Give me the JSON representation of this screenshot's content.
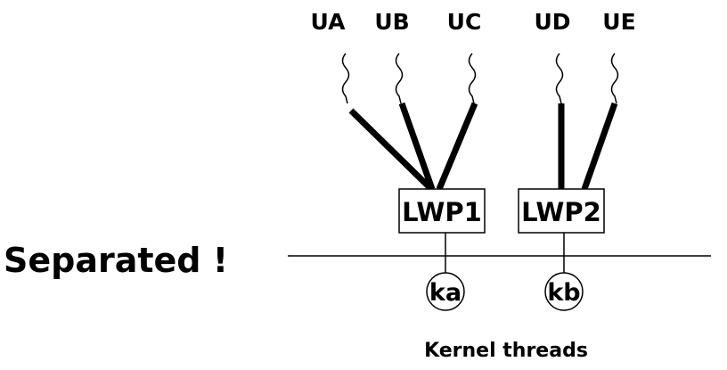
{
  "headline": "Separated !",
  "user_threads": [
    "UA",
    "UB",
    "UC",
    "UD",
    "UE"
  ],
  "lwps": [
    "LWP1",
    "LWP2"
  ],
  "kernel_threads": [
    "ka",
    "kb"
  ],
  "caption": "Kernel threads"
}
